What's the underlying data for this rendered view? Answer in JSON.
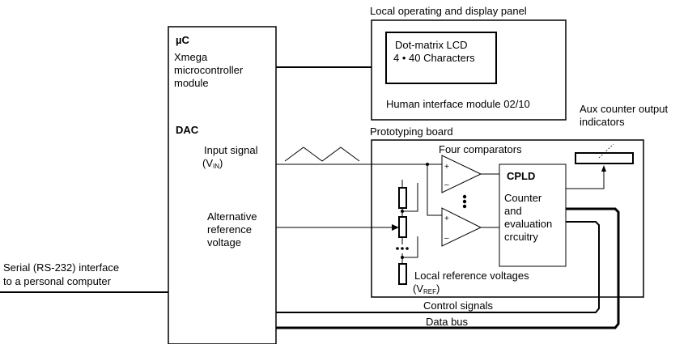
{
  "diagram": {
    "mcu": {
      "title": "µC",
      "line1": "Xmega",
      "line2": "microcontroller",
      "line3": "module",
      "dac": "DAC"
    },
    "input_signal": {
      "line1": "Input signal",
      "paren_open": "(V",
      "sub": "IN",
      "paren_close": ")"
    },
    "alt_ref": {
      "line1": "Alternative",
      "line2": "reference",
      "line3": "voltage"
    },
    "serial": {
      "line1": "Serial (RS-232) interface",
      "line2": "to a personal computer"
    },
    "panel": {
      "title": "Local operating and display panel",
      "lcd_line1": "Dot-matrix LCD",
      "lcd_line2": "4 • 40 Characters",
      "module": "Human interface module 02/10"
    },
    "aux": {
      "line1": "Aux counter output",
      "line2": "indicators"
    },
    "board": {
      "title": "Prototyping board",
      "comparators": "Four comparators",
      "plus": "+",
      "minus": "–",
      "cpld_title": "CPLD",
      "cpld_line1": "Counter",
      "cpld_line2": "and",
      "cpld_line3": "evaluation",
      "cpld_line4": "crcuitry",
      "local_ref": "Local reference voltages",
      "vref_open": "(V",
      "vref_sub": "REF",
      "vref_close": ")"
    },
    "buses": {
      "control": "Control signals",
      "data": "Data bus"
    }
  }
}
